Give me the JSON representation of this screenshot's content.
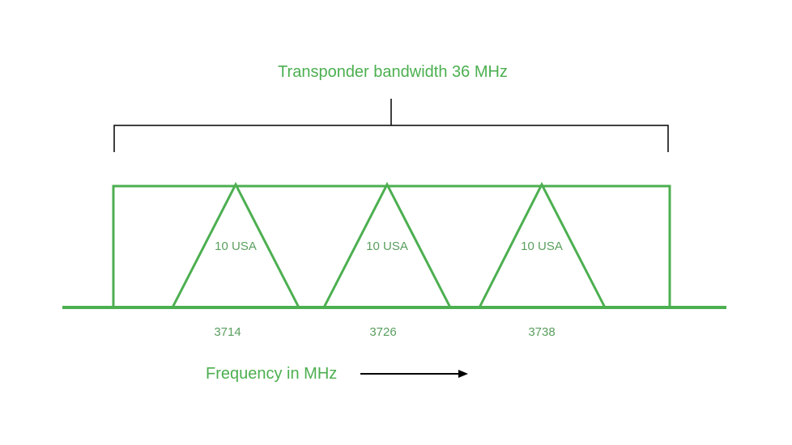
{
  "title": "Transponder bandwidth 36 MHz",
  "channels": [
    {
      "label": "10 USA",
      "frequency": "3714"
    },
    {
      "label": "10 USA",
      "frequency": "3726"
    },
    {
      "label": "10 USA",
      "frequency": "3738"
    }
  ],
  "axis_label": "Frequency in MHz",
  "colors": {
    "green": "#4caf50",
    "text_green": "#4caf50",
    "label_green": "#5a9e5e",
    "black": "#000000"
  }
}
